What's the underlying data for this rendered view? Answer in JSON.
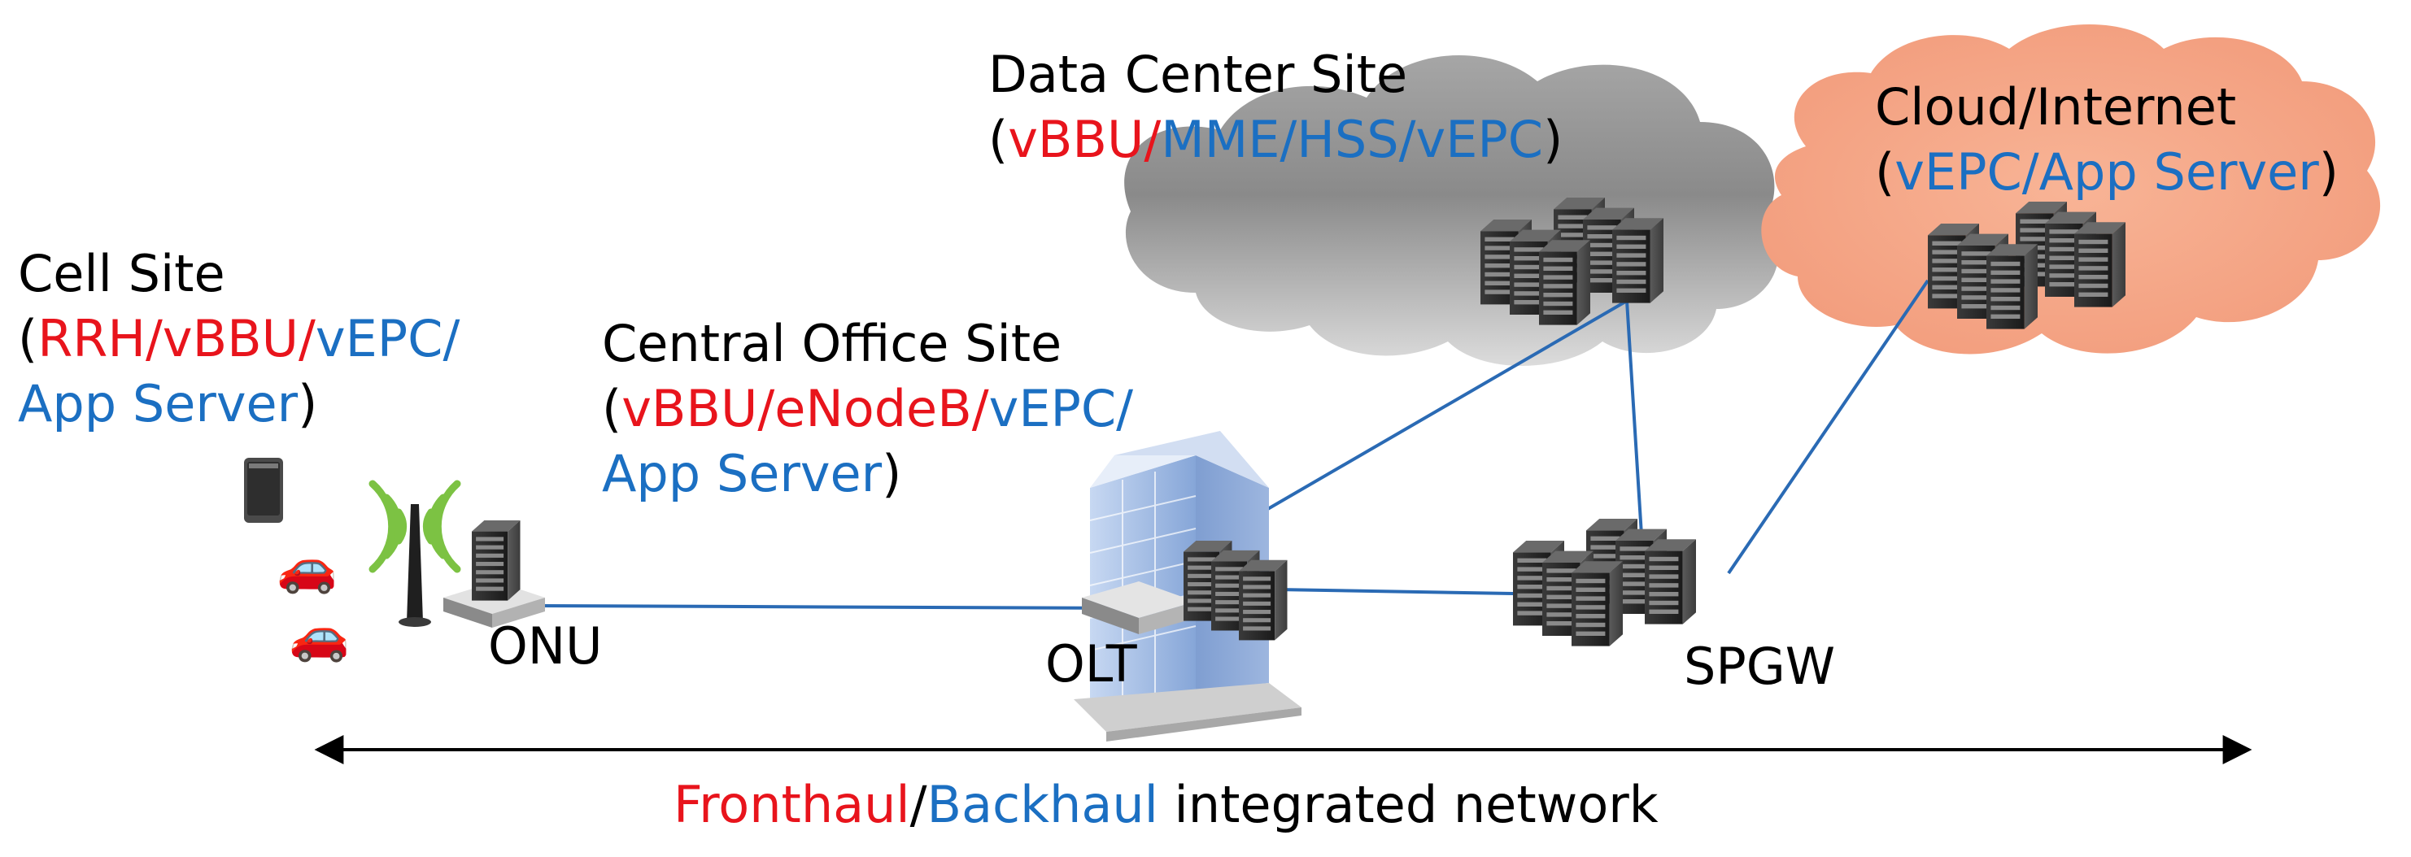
{
  "sites": {
    "cell": {
      "title": "Cell Site",
      "open": "(",
      "red": "RRH/vBBU/",
      "blue1": "vEPC/",
      "blue2": " App Server",
      "close": ")"
    },
    "central_office": {
      "title": "Central Office Site",
      "open": "(",
      "red": "vBBU/eNodeB/",
      "blue1": "vEPC/",
      "blue2": " App Server",
      "close": ")"
    },
    "data_center": {
      "title": "Data Center Site",
      "open": "(",
      "red": "vBBU/",
      "blue": "MME/HSS/vEPC",
      "close": ")"
    },
    "cloud": {
      "title": "Cloud/Internet",
      "open": "(",
      "blue": "vEPC/App Server",
      "close": ")"
    }
  },
  "devices": {
    "onu": "ONU",
    "olt": "OLT",
    "spgw": "SPGW"
  },
  "network": {
    "fronthaul": "Fronthaul",
    "slash": "/",
    "backhaul": "Backhaul",
    "suffix": " integrated network"
  },
  "colors": {
    "fronthaul": "#e8141c",
    "backhaul": "#1b6fc2",
    "link": "#2a6ab4",
    "dc_cloud": "#8c8c8c",
    "internet_cloud": "#f5a98c"
  },
  "icons": [
    "smartphone-icon",
    "car-icon",
    "antenna-icon",
    "server-rack-icon",
    "building-icon",
    "olt-switch-icon"
  ]
}
